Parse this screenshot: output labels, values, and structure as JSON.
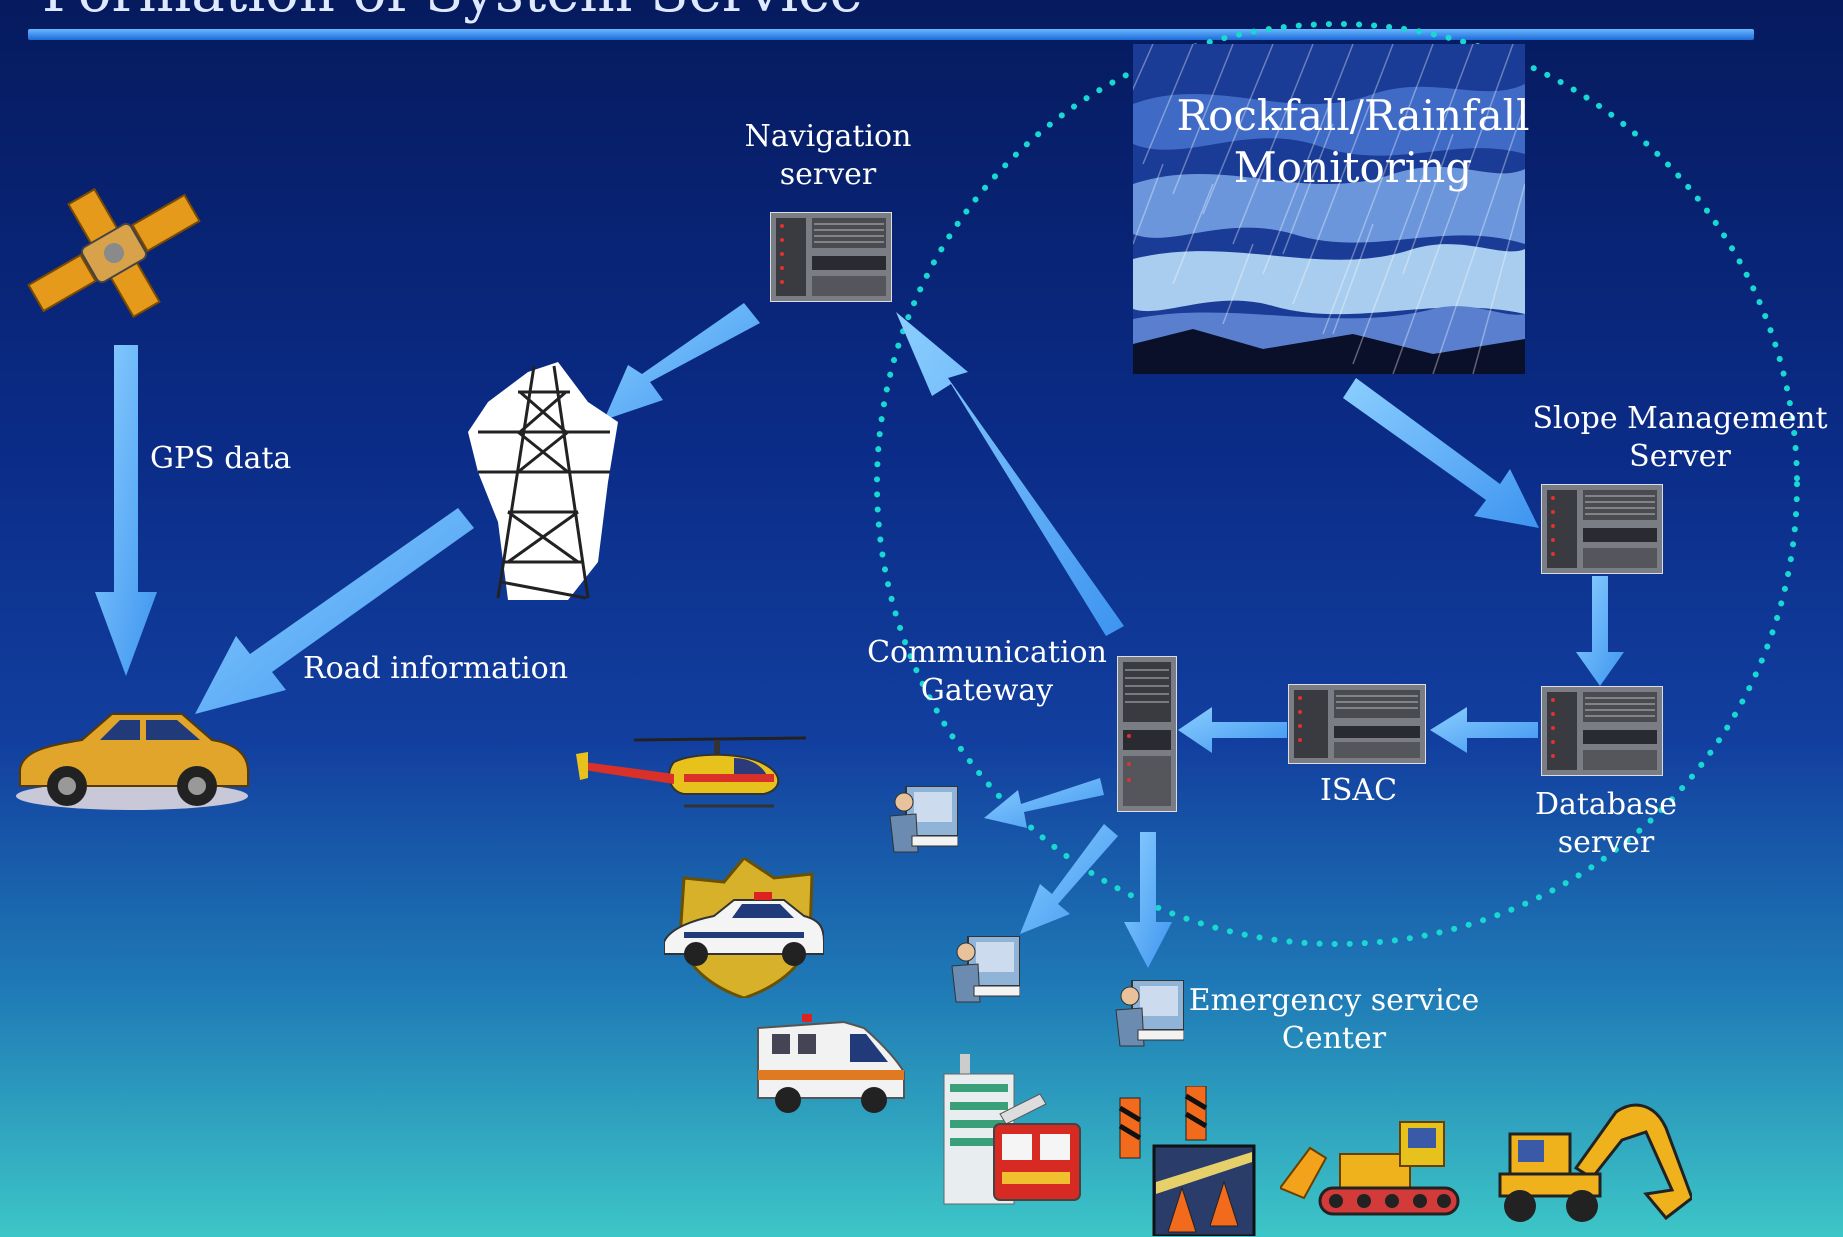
{
  "title": "Formation of System Service",
  "labels": {
    "navigation_server": [
      "Navigation",
      "server"
    ],
    "monitoring": [
      "Rockfall/Rainfall",
      "Monitoring"
    ],
    "gps_data": "GPS data",
    "road_information": "Road information",
    "slope_server": [
      "Slope Management",
      "Server"
    ],
    "communication_gateway": [
      "Communication",
      "Gateway"
    ],
    "isac": "ISAC",
    "database_server": [
      "Database",
      "server"
    ],
    "emergency_center": [
      "Emergency service",
      "Center"
    ]
  },
  "colors": {
    "arrow": "#5ab0ff",
    "circle": "#19d8d2",
    "background_top": "#061a5e",
    "background_bottom": "#3dc6c7"
  },
  "icons": [
    "satellite-icon",
    "car-icon",
    "transmission-tower-icon",
    "server-icon",
    "helicopter-icon",
    "police-car-icon",
    "ambulance-icon",
    "operator-icon",
    "fire-station-icon",
    "roadwork-icon",
    "bulldozer-icon",
    "excavator-icon"
  ]
}
